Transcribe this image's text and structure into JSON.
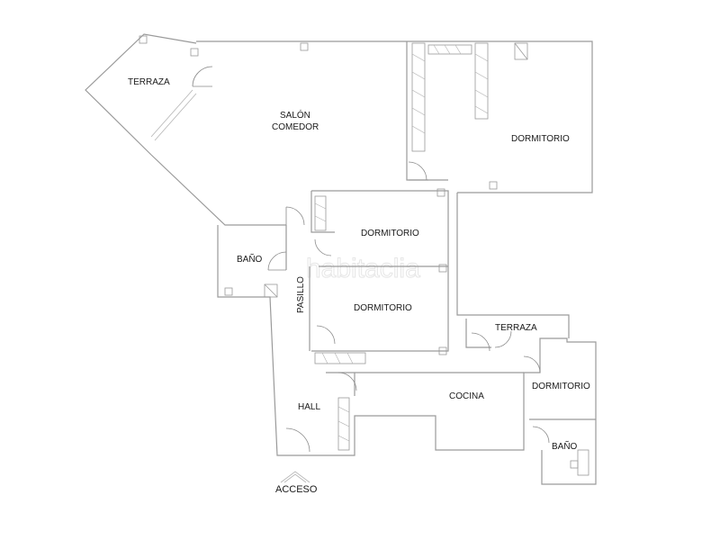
{
  "watermark": "habitaclia",
  "rooms": {
    "terraza_1": "TERRAZA",
    "salon_line1": "SALÓN",
    "salon_line2": "COMEDOR",
    "dormitorio_1": "DORMITORIO",
    "dormitorio_2": "DORMITORIO",
    "dormitorio_3": "DORMITORIO",
    "dormitorio_4": "DORMITORIO",
    "bano_1": "BAÑO",
    "bano_2": "BAÑO",
    "pasillo": "PASILLO",
    "terraza_2": "TERRAZA",
    "cocina": "COCINA",
    "hall": "HALL"
  },
  "entrance": {
    "label": "ACCESO"
  },
  "colors": {
    "wall": "#9a9a9a",
    "text": "#1a1a1a",
    "background": "#ffffff"
  }
}
